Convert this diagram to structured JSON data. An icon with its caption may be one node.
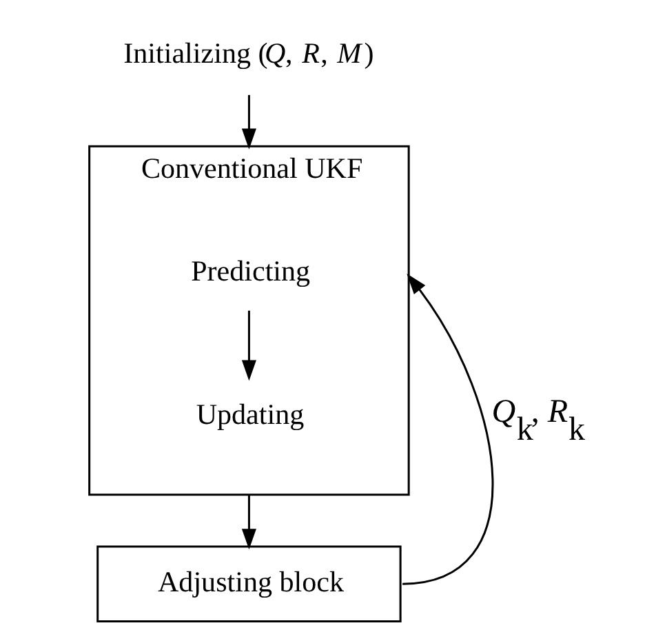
{
  "diagram": {
    "nodes": [
      {
        "text": [
          "Initializing (*Q*, *R*, *M*)"
        ]
      },
      {
        "text": [
          "Conventional UKF"
        ]
      },
      {
        "text": [
          "Predicting"
        ],
        "in": 1
      },
      {
        "text": [
          "Updating"
        ],
        "in": 1
      },
      {
        "text": [
          "Adjusting block"
        ]
      }
    ],
    "edges": [
      {
        "from": 0,
        "to": 1,
        "arrow": "to"
      },
      {
        "from": 2,
        "to": 3,
        "arrow": "to"
      },
      {
        "from": 1,
        "to": 4,
        "arrow": "to"
      },
      {
        "from": 4,
        "to": 1,
        "arrow": "to",
        "label": "*Q*$_{k}$, *R*$_{k}$"
      }
    ]
  }
}
